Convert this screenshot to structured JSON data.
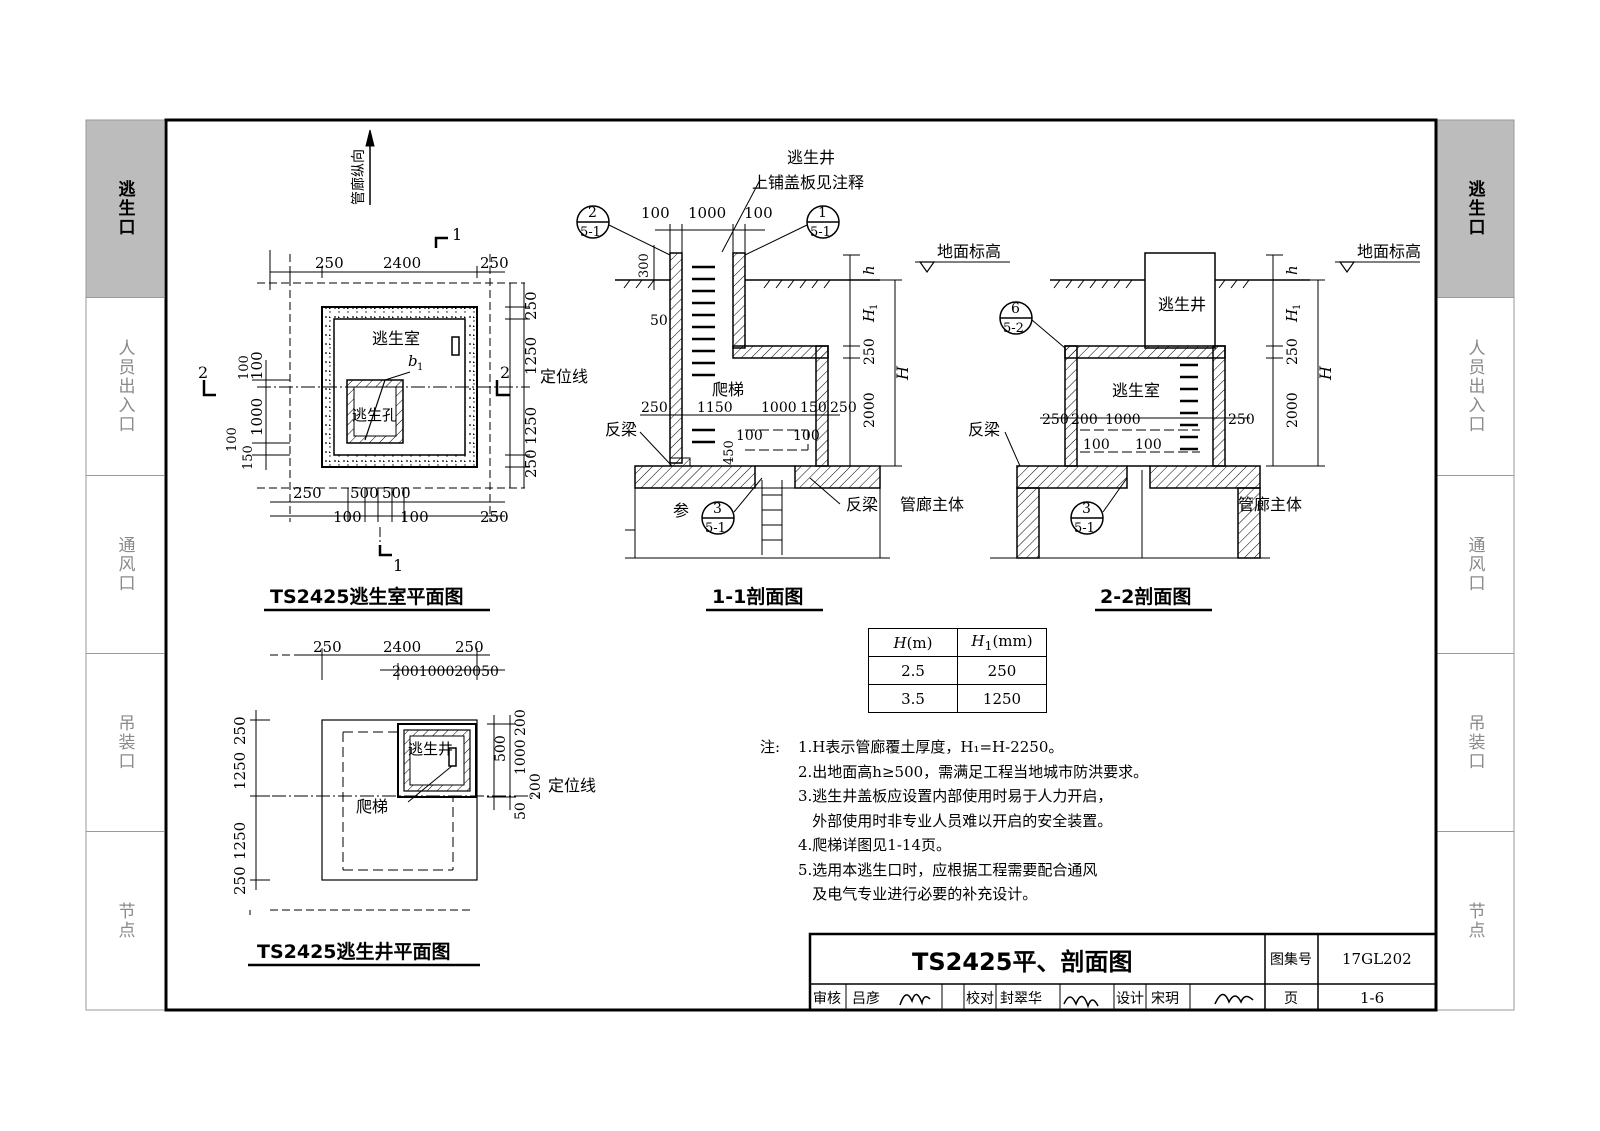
{
  "side_tabs": [
    {
      "label": "逃生口",
      "active": true
    },
    {
      "label": "人员出入口",
      "active": false
    },
    {
      "label": "通风口",
      "active": false
    },
    {
      "label": "吊装口",
      "active": false
    },
    {
      "label": "节点",
      "active": false
    }
  ],
  "colors": {
    "line": "#000000",
    "tab_active": "#bcbcbc",
    "tab_text": "#8a8a8a"
  },
  "icons": [
    "north-arrow-icon",
    "elevation-triangle-icon",
    "section-marker-icon",
    "detail-callout-icon",
    "hatch-pattern",
    "signature-reviewer",
    "signature-checker",
    "signature-designer"
  ],
  "plan1": {
    "title": "TS2425逃生室平面图",
    "direction": "管廊纵向",
    "cut_1": "1",
    "cut_2": "2",
    "top_dims": [
      "250",
      "2400",
      "250"
    ],
    "bottom_dims": [
      "250",
      "500",
      "500",
      "250",
      "100",
      "100"
    ],
    "left_dims": [
      "100",
      "1000",
      "100",
      "100",
      "150"
    ],
    "right_dims": [
      "250",
      "1250",
      "1250",
      "250"
    ],
    "room_label": "逃生室",
    "hole_label": "逃生孔",
    "b_label": "b",
    "b_sub": "1",
    "locate_label": "定位线"
  },
  "plan2": {
    "title": "TS2425逃生井平面图",
    "top_dims": [
      "250",
      "2400",
      "250"
    ],
    "sub_dims": "200100020050",
    "left_dims": [
      "250",
      "1250",
      "1250",
      "250"
    ],
    "right_dims": [
      "200",
      "500",
      "1000",
      "200",
      "50"
    ],
    "well_label": "逃生井",
    "ladder_label": "爬梯",
    "locate_label": "定位线"
  },
  "section1": {
    "title": "1-1剖面图",
    "well_label": "逃生井",
    "cover_note": "上铺盖板见注释",
    "dims_top": [
      "100",
      "1000",
      "100"
    ],
    "callout_left": {
      "num": "2",
      "ref": "5-1"
    },
    "callout_right": {
      "num": "1",
      "ref": "5-1"
    },
    "d300": "300",
    "d50": "50",
    "h": "h",
    "H1": "H",
    "H1_sub": "1",
    "H": "H",
    "d250": "250",
    "d2000": "2000",
    "ground": "地面标高",
    "ladder": "爬梯",
    "fanliang": "反梁",
    "bottom_dims": [
      "250",
      "1150",
      "1000",
      "150",
      "250"
    ],
    "d100a": "100",
    "d100b": "100",
    "d450": "450",
    "ref_prefix": "参",
    "callout_bottom": {
      "num": "3",
      "ref": "5-1"
    },
    "fanliang2": "反梁",
    "main_body": "管廊主体"
  },
  "section2": {
    "title": "2-2剖面图",
    "well_label": "逃生井",
    "room_label": "逃生室",
    "callout_top": {
      "num": "6",
      "ref": "5-2"
    },
    "h": "h",
    "H1": "H",
    "H1_sub": "1",
    "H": "H",
    "d250": "250",
    "d2000": "2000",
    "ground": "地面标高",
    "fanliang": "反梁",
    "dims": [
      "250",
      "200",
      "1000",
      "250"
    ],
    "d100a": "100",
    "d100b": "100",
    "callout_bottom": {
      "num": "3",
      "ref": "5-1"
    },
    "main_body": "管廊主体"
  },
  "h_table": {
    "headers": [
      {
        "sym": "H",
        "unit": "(m)"
      },
      {
        "sym": "H",
        "sub": "1",
        "unit": "(mm)"
      }
    ],
    "rows": [
      [
        "2.5",
        "250"
      ],
      [
        "3.5",
        "1250"
      ]
    ]
  },
  "notes": {
    "label": "注:",
    "items": [
      "1.H表示管廊覆土厚度，H₁=H-2250。",
      "2.出地面高h≥500，需满足工程当地城市防洪要求。",
      "3.逃生井盖板应设置内部使用时易于人力开启，",
      "   外部使用时非专业人员难以开启的安全装置。",
      "4.爬梯详图见1-14页。",
      "5.选用本逃生口时，应根据工程需要配合通风",
      "   及电气专业进行必要的补充设计。"
    ]
  },
  "title_block": {
    "title": "TS2425平、剖面图",
    "atlas_label": "图集号",
    "atlas_no": "17GL202",
    "page_label": "页",
    "page_no": "1-6",
    "review_label": "审核",
    "reviewer": "吕彦",
    "check_label": "校对",
    "checker": "封翠华",
    "design_label": "设计",
    "designer": "宋玥"
  }
}
